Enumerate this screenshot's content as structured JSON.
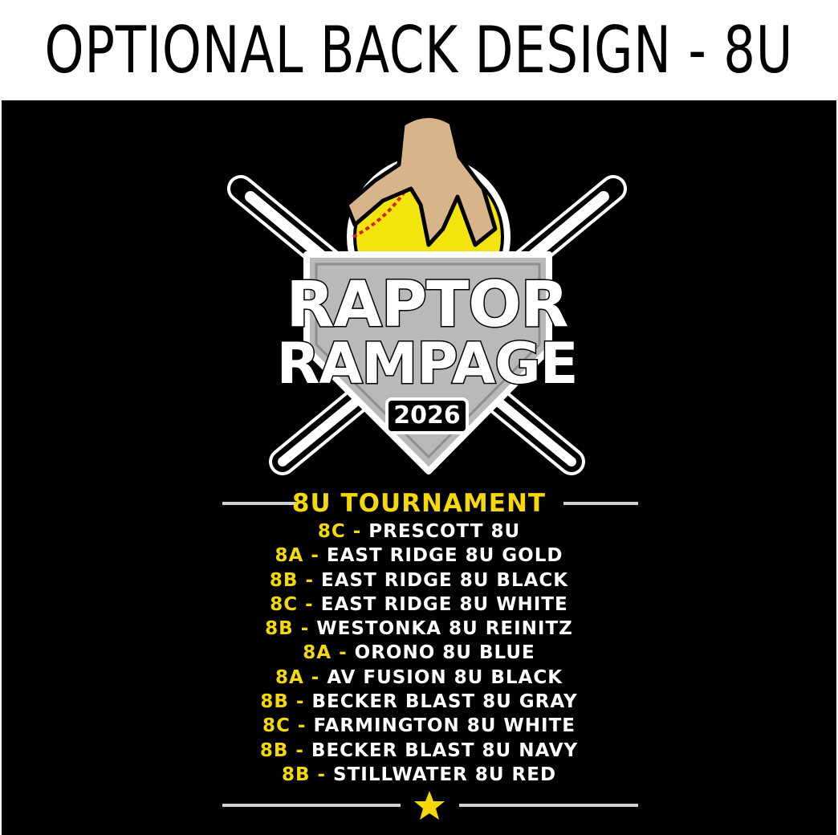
{
  "header": {
    "title": "OPTIONAL BACK DESIGN - 8U"
  },
  "logo": {
    "line1": "RAPTOR",
    "line2": "RAMPAGE",
    "year": "2026"
  },
  "tournament": {
    "title": "8U TOURNAMENT",
    "teams": [
      {
        "code": "8C",
        "name": "PRESCOTT 8U"
      },
      {
        "code": "8A",
        "name": "EAST RIDGE 8U GOLD"
      },
      {
        "code": "8B",
        "name": "EAST RIDGE 8U BLACK"
      },
      {
        "code": "8C",
        "name": "EAST RIDGE 8U WHITE"
      },
      {
        "code": "8B",
        "name": "WESTONKA 8U REINITZ"
      },
      {
        "code": "8A",
        "name": "ORONO 8U BLUE"
      },
      {
        "code": "8A",
        "name": "AV FUSION 8U BLACK"
      },
      {
        "code": "8B",
        "name": "BECKER BLAST 8U GRAY"
      },
      {
        "code": "8C",
        "name": "FARMINGTON 8U WHITE"
      },
      {
        "code": "8B",
        "name": "BECKER BLAST 8U NAVY"
      },
      {
        "code": "8B",
        "name": "STILLWATER 8U RED"
      }
    ]
  },
  "colors": {
    "accent_yellow": "#f4d80a",
    "background": "#000000",
    "text": "#ffffff",
    "plate_gray": "#b9b9b9"
  },
  "icons": {
    "footer": "star-icon",
    "logo_art": "softball-claw-bats-icon"
  }
}
